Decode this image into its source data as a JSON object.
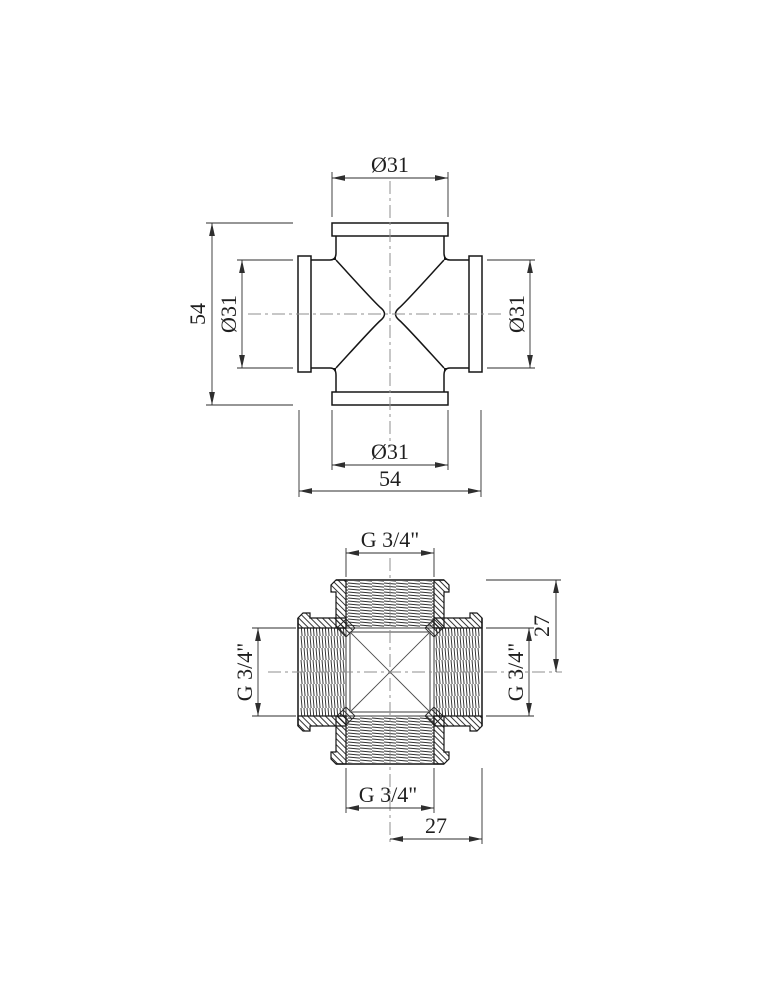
{
  "views": {
    "side": {
      "dims": {
        "top_diameter": "Ø31",
        "left_size": "54",
        "left_diameter": "Ø31",
        "right_diameter": "Ø31",
        "bottom_diameter": "Ø31",
        "bottom_size": "54"
      }
    },
    "section": {
      "dims": {
        "top_thread": "G 3/4\"",
        "left_thread": "G 3/4\"",
        "right_thread": "G 3/4\"",
        "bottom_thread": "G 3/4\"",
        "right_half_size": "27",
        "bottom_half_size": "27"
      }
    }
  },
  "colors": {
    "background": "#ffffff",
    "outline": "#161616",
    "dimension": "#2e2e2e",
    "centerline": "#8f8f8f"
  }
}
